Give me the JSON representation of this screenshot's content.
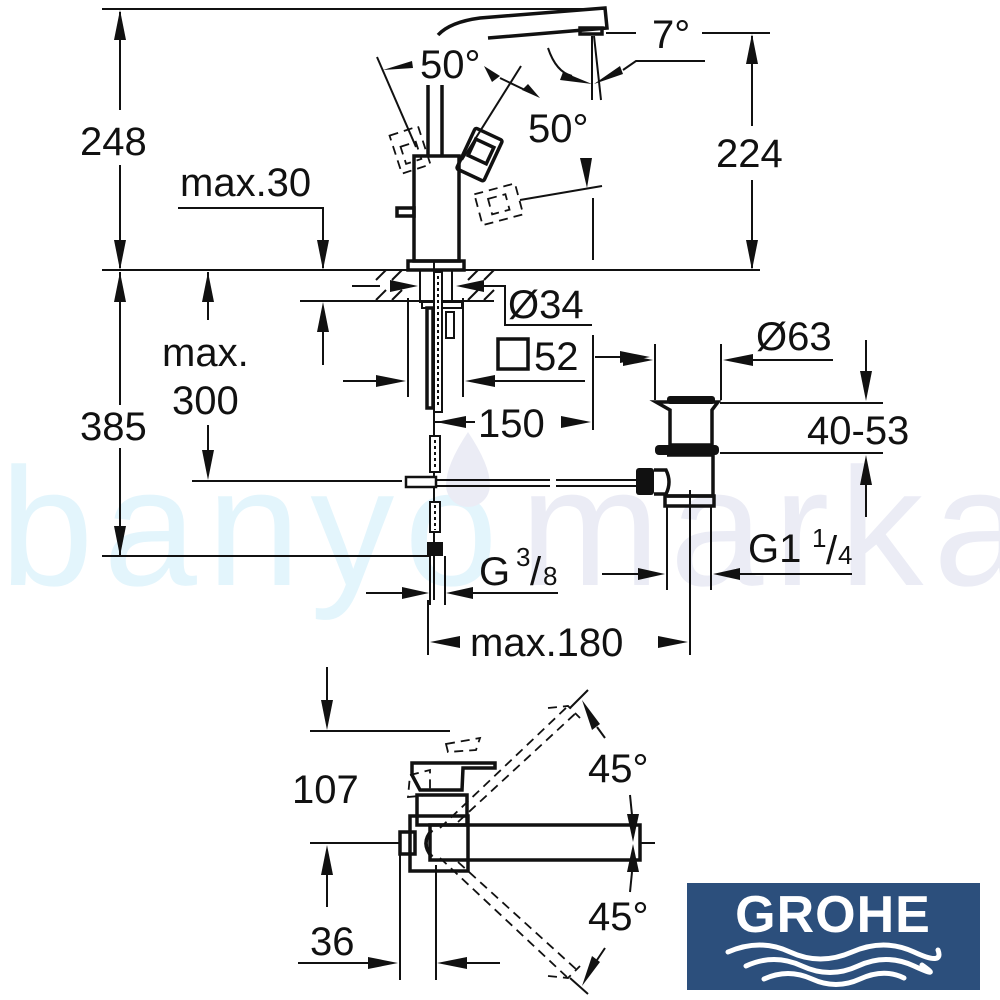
{
  "watermark": {
    "part1": "banyo",
    "part2": "marka",
    "color1": "#e3f5fc",
    "color2": "#ebecf5"
  },
  "logo": {
    "text": "GROHE",
    "background": "#2c4f7c",
    "foreground": "#ffffff"
  },
  "side_view": {
    "dimensions": {
      "total_height": "248",
      "spout_height": "224",
      "max_deck_thickness": "max.30",
      "lever_angle_left": "50°",
      "lever_angle_right": "50°",
      "spout_tilt": "7°",
      "hole_diameter": "Ø34",
      "base_square": "52",
      "spout_reach": "150",
      "supply_length": "385",
      "pop_up_rod": "max.",
      "pop_up_rod_value": "300",
      "waste_diameter": "Ø63",
      "waste_range": "40-53",
      "supply_thread": "G",
      "supply_thread_num": "3",
      "supply_thread_den": "8",
      "waste_thread": "G1",
      "waste_thread_num": "1",
      "waste_thread_den": "4",
      "waste_offset": "max.180"
    }
  },
  "top_view": {
    "dimensions": {
      "depth": "107",
      "body_width": "36",
      "swivel_up": "45°",
      "swivel_down": "45°"
    }
  }
}
